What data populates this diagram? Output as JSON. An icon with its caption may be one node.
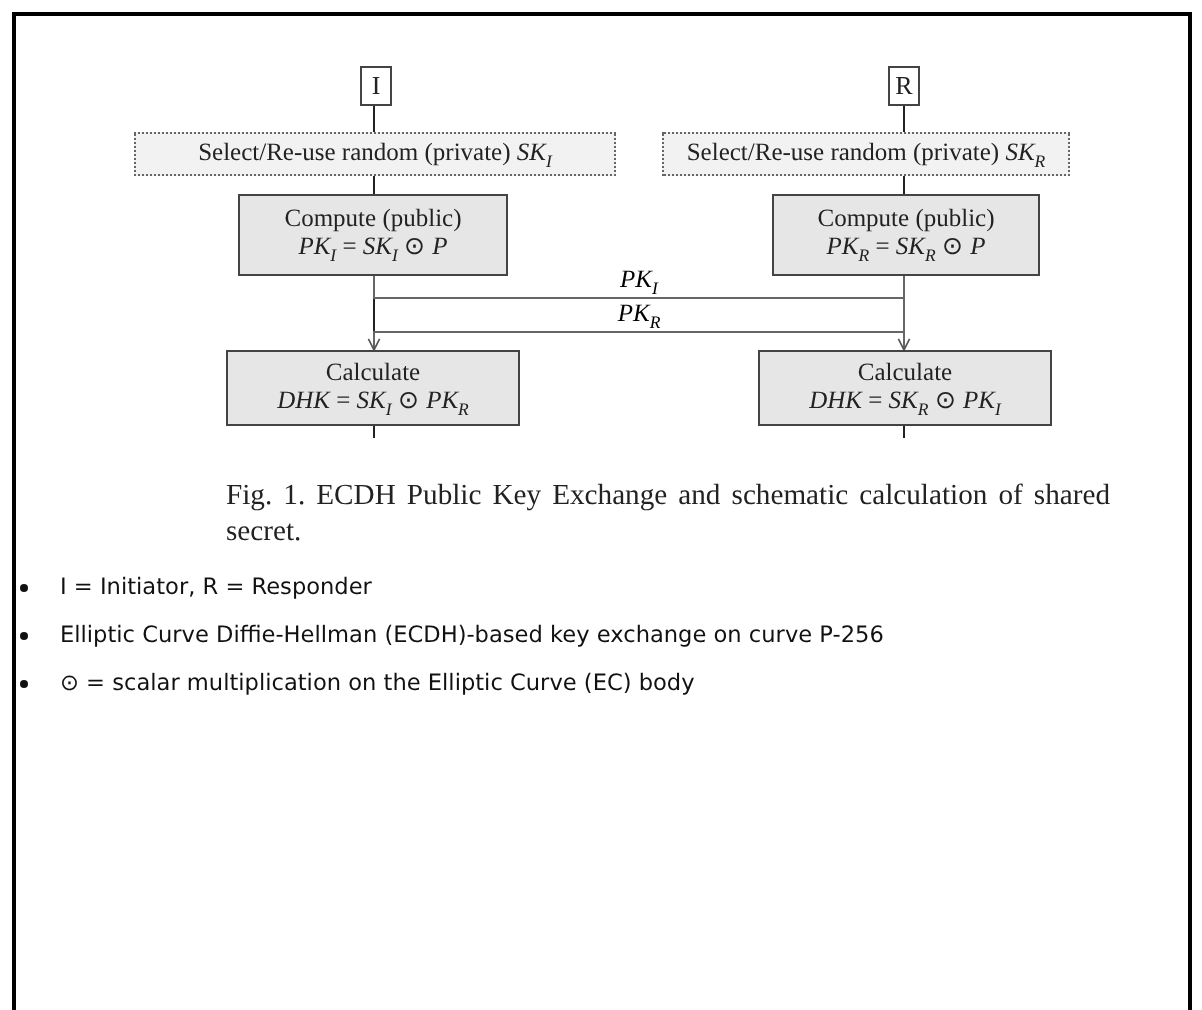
{
  "diagram": {
    "caption": "Fig. 1. ECDH Public Key Exchange and schematic calculation of shared secret.",
    "nodes": [
      {
        "text": [
          "I"
        ]
      },
      {
        "text": [
          "Select/Re-use random (private) *SK*$_{I}$"
        ]
      },
      {
        "text": [
          "Compute (public)",
          "*PK*$_{I}$ = *SK*$_{I}$ ⊙ *P*"
        ]
      },
      {
        "text": [
          "Calculate",
          "*DHK* = *SK*$_{I}$ ⊙ *PK*$_{R}$"
        ]
      },
      {
        "text": [
          "R"
        ]
      },
      {
        "text": [
          "Select/Re-use random (private) *SK*$_{R}$"
        ]
      },
      {
        "text": [
          "Compute (public)",
          "*PK*$_{R}$ = *SK*$_{R}$ ⊙ *P*"
        ]
      },
      {
        "text": [
          "Calculate",
          "*DHK* = *SK*$_{R}$ ⊙ *PK*$_{I}$"
        ]
      }
    ],
    "edges": [
      {
        "from": 0,
        "to": 1,
        "arrow": "none"
      },
      {
        "from": 1,
        "to": 2,
        "arrow": "none"
      },
      {
        "from": 2,
        "to": 3,
        "arrow": "none"
      },
      {
        "from": 4,
        "to": 5,
        "arrow": "none"
      },
      {
        "from": 5,
        "to": 6,
        "arrow": "none"
      },
      {
        "from": 6,
        "to": 7,
        "arrow": "none"
      },
      {
        "from": 2,
        "to": 7,
        "arrow": "to",
        "label": "*PK*$_{I}$"
      },
      {
        "from": 6,
        "to": 3,
        "arrow": "to",
        "label": "*PK*$_{R}$"
      }
    ],
    "labels": [
      "I = Initiator, R = Responder",
      "Elliptic Curve Diffie-Hellman (ECDH)-based key exchange on curve P-256",
      "⊙ = scalar multiplication on the Elliptic Curve (EC) body"
    ]
  }
}
